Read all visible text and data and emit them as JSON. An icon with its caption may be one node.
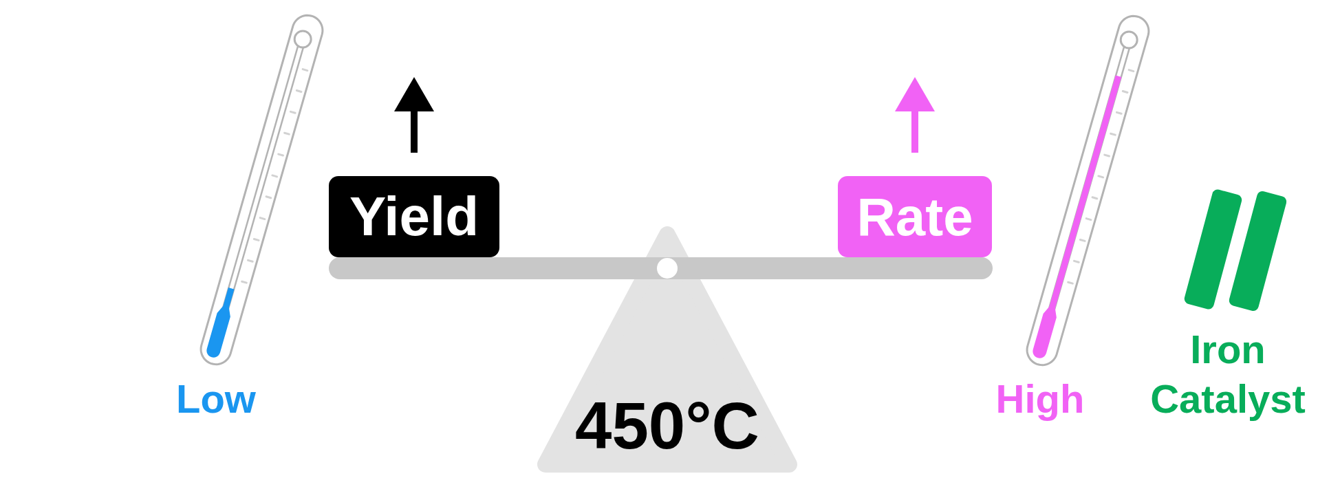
{
  "diagram": {
    "nodes": [
      {
        "text": [
          "Yield"
        ]
      },
      {
        "text": [
          "Rate"
        ]
      },
      {
        "text": [
          "450°C"
        ]
      }
    ],
    "labels": [
      "Low",
      "High",
      "Iron Catalyst"
    ]
  }
}
